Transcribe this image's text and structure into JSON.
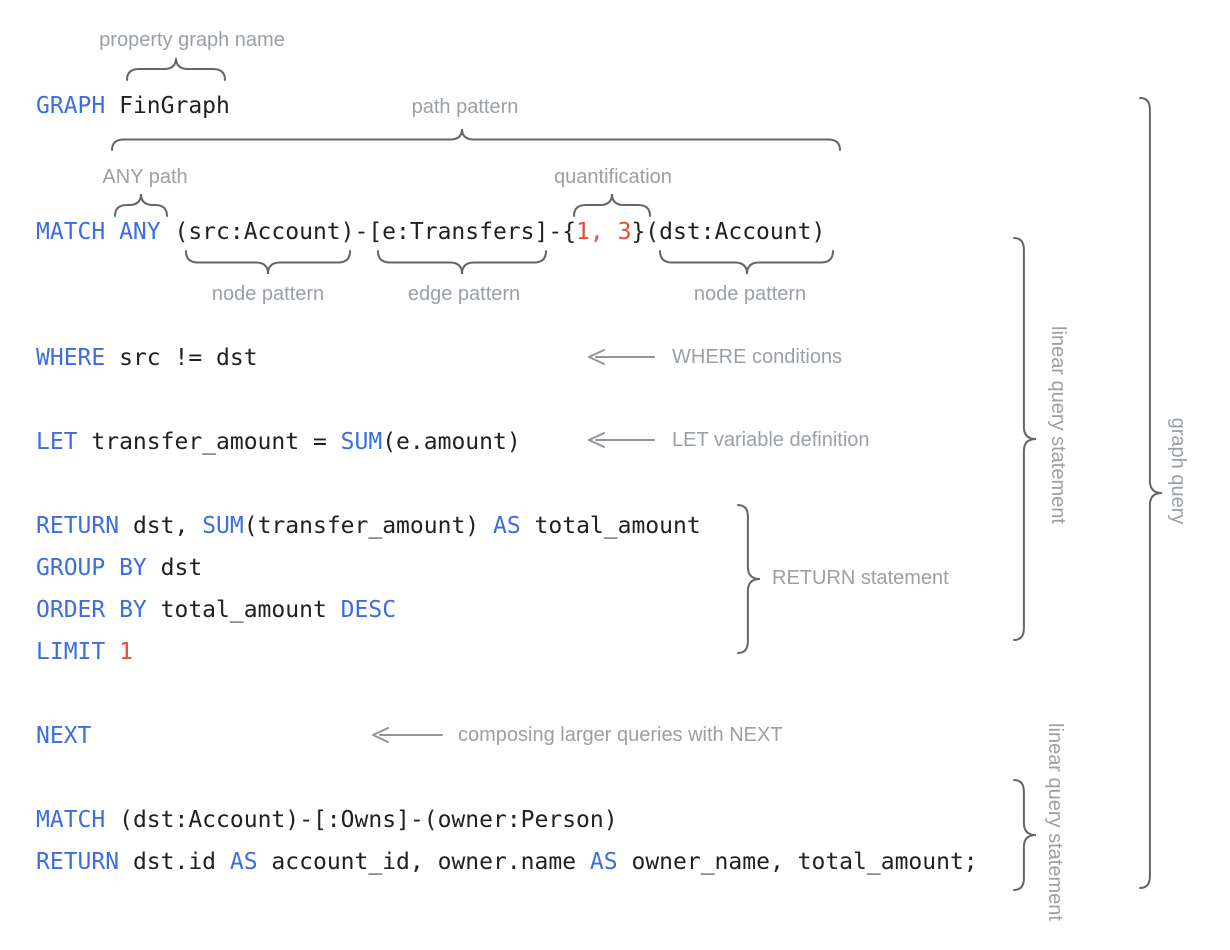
{
  "colors": {
    "keyword_blue": "#3C6EE0",
    "number_red": "#E84E2E",
    "code_black": "#202124",
    "label_gray": "#9AA0A6",
    "brace_gray": "#63666A",
    "arrow_gray": "#919599",
    "background": "#ffffff"
  },
  "code": {
    "lines": [
      {
        "row": 0,
        "segments": [
          {
            "t": "GRAPH",
            "c": "k"
          },
          {
            "t": " FinGraph",
            "c": "p"
          }
        ]
      },
      {
        "row": 3,
        "segments": [
          {
            "t": "MATCH ANY",
            "c": "k"
          },
          {
            "t": " (src:Account)-[e:Transfers]-{",
            "c": "p"
          },
          {
            "t": "1, 3",
            "c": "n"
          },
          {
            "t": "}(dst:Account)",
            "c": "p"
          }
        ]
      },
      {
        "row": 6,
        "segments": [
          {
            "t": "WHERE",
            "c": "k"
          },
          {
            "t": " src != dst",
            "c": "p"
          }
        ]
      },
      {
        "row": 8,
        "segments": [
          {
            "t": "LET",
            "c": "k"
          },
          {
            "t": " transfer_amount = ",
            "c": "p"
          },
          {
            "t": "SUM",
            "c": "k"
          },
          {
            "t": "(e.amount)",
            "c": "p"
          }
        ]
      },
      {
        "row": 10,
        "segments": [
          {
            "t": "RETURN",
            "c": "k"
          },
          {
            "t": " dst, ",
            "c": "p"
          },
          {
            "t": "SUM",
            "c": "k"
          },
          {
            "t": "(transfer_amount) ",
            "c": "p"
          },
          {
            "t": "AS",
            "c": "k"
          },
          {
            "t": " total_amount",
            "c": "p"
          }
        ]
      },
      {
        "row": 11,
        "segments": [
          {
            "t": "GROUP BY",
            "c": "k"
          },
          {
            "t": " dst",
            "c": "p"
          }
        ]
      },
      {
        "row": 12,
        "segments": [
          {
            "t": "ORDER BY",
            "c": "k"
          },
          {
            "t": " total_amount ",
            "c": "p"
          },
          {
            "t": "DESC",
            "c": "k"
          }
        ]
      },
      {
        "row": 13,
        "segments": [
          {
            "t": "LIMIT",
            "c": "k"
          },
          {
            "t": " ",
            "c": "p"
          },
          {
            "t": "1",
            "c": "n"
          }
        ]
      },
      {
        "row": 15,
        "segments": [
          {
            "t": "NEXT",
            "c": "k"
          }
        ]
      },
      {
        "row": 17,
        "segments": [
          {
            "t": "MATCH",
            "c": "k"
          },
          {
            "t": " (dst:Account)-[:Owns]-(owner:Person)",
            "c": "p"
          }
        ]
      },
      {
        "row": 18,
        "segments": [
          {
            "t": "RETURN",
            "c": "k"
          },
          {
            "t": " dst.id ",
            "c": "p"
          },
          {
            "t": "AS",
            "c": "k"
          },
          {
            "t": " account_id, owner.name ",
            "c": "p"
          },
          {
            "t": "AS",
            "c": "k"
          },
          {
            "t": " owner_name, total_amount;",
            "c": "p"
          }
        ]
      }
    ]
  },
  "annotations": {
    "property_graph_name": "property graph name",
    "path_pattern": "path pattern",
    "any_path": "ANY path",
    "quantification": "quantification",
    "node_pattern_1": "node pattern",
    "edge_pattern": "edge pattern",
    "node_pattern_2": "node pattern",
    "where_conditions": "WHERE conditions",
    "let_variable_definition": "LET variable definition",
    "return_statement": "RETURN statement",
    "composing_next": "composing larger queries with NEXT",
    "linear_query_statement_1": "linear query statement",
    "graph_query": "graph query",
    "linear_query_statement_2": "linear query statement"
  }
}
